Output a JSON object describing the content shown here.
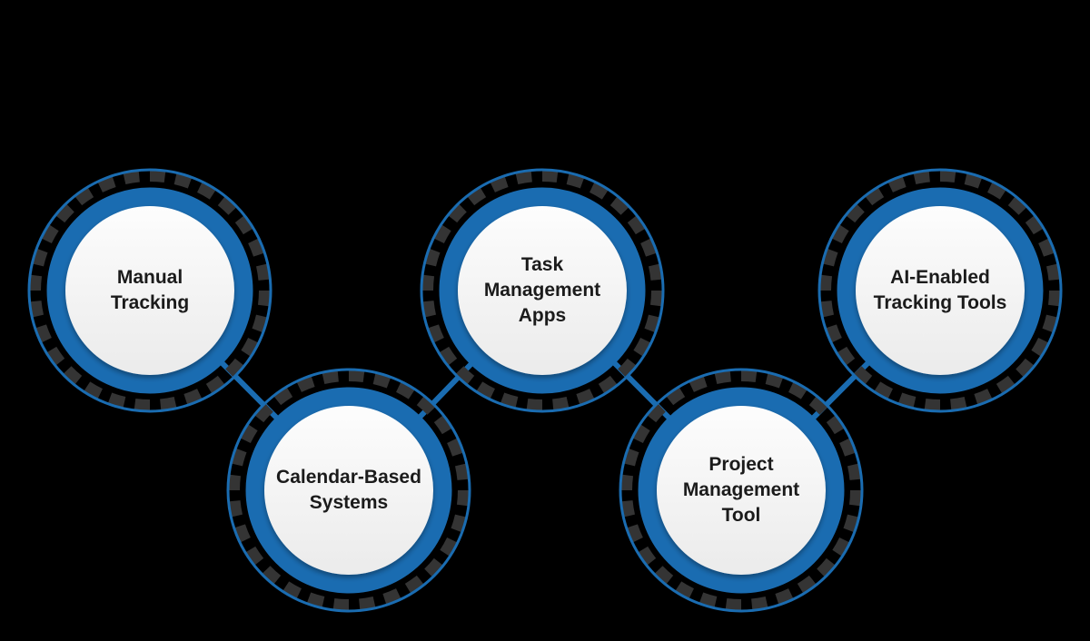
{
  "colors": {
    "canvas_bg": "#000000",
    "ring_blue": "#1a6cb1",
    "dash_gray": "#343434",
    "inner_top": "#fdfdfd",
    "inner_bottom": "#ebebeb",
    "label_text": "#1b1b1b"
  },
  "diagram": {
    "nodes": [
      {
        "id": "manual-tracking",
        "label": "Manual\nTracking"
      },
      {
        "id": "calendar-based-systems",
        "label": "Calendar-Based\nSystems"
      },
      {
        "id": "task-management-apps",
        "label": "Task\nManagement\nApps"
      },
      {
        "id": "project-management-tool",
        "label": "Project\nManagement\nTool"
      },
      {
        "id": "ai-enabled-tracking-tools",
        "label": "AI-Enabled\nTracking Tools"
      }
    ],
    "connections": [
      [
        "manual-tracking",
        "calendar-based-systems"
      ],
      [
        "calendar-based-systems",
        "task-management-apps"
      ],
      [
        "task-management-apps",
        "project-management-tool"
      ],
      [
        "project-management-tool",
        "ai-enabled-tracking-tools"
      ]
    ]
  }
}
